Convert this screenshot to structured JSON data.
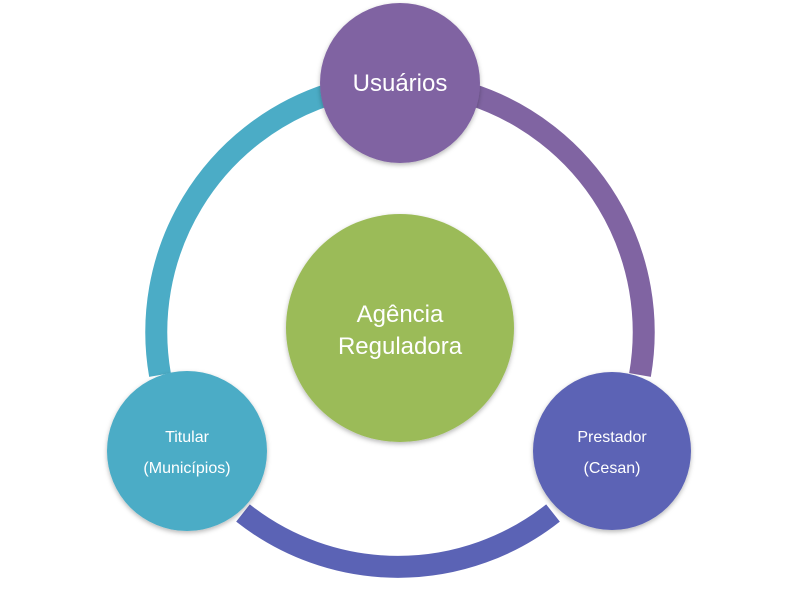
{
  "diagram": {
    "center": {
      "lines": [
        "Agência",
        "Reguladora"
      ],
      "color": "#9bbb59"
    },
    "nodes": {
      "top": {
        "lines": [
          "Usuários"
        ],
        "color": "#8064a2"
      },
      "right": {
        "lines": [
          "Prestador",
          "(Cesan)"
        ],
        "color": "#5b63b5"
      },
      "left": {
        "lines": [
          "Titular",
          "(Municípios)"
        ],
        "color": "#4bacc6"
      }
    },
    "arcs": {
      "top_to_right": {
        "color": "#8064a2"
      },
      "right_to_left": {
        "color": "#5b63b5"
      },
      "left_to_top": {
        "color": "#4bacc6"
      }
    }
  }
}
